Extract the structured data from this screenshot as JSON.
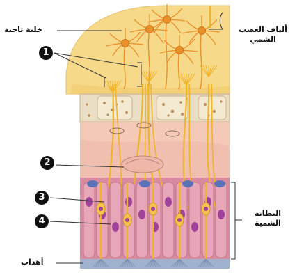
{
  "labels": {
    "mitral_cell": "خلية تاجية",
    "olfactory_nerve_fibers": "ألياف العصب الشمي",
    "olfactory_epithelium": "البطانة الشمية",
    "cilia": "أهداب"
  },
  "markers": [
    "1",
    "2",
    "3",
    "4"
  ],
  "colors": {
    "bulb": "#f7d98a",
    "neuron": "#e8902a",
    "fiber": "#f0b429",
    "bone": "#eadfc4",
    "bone_pores": "#b78f5e",
    "lamina": "#f4c9b8",
    "epithelium": "#d98aa0",
    "nucleus": "#a0429a",
    "support_cell": "#e7a7b8",
    "cilia": "#9fb3cf",
    "basal_cell": "#5a72b8"
  }
}
